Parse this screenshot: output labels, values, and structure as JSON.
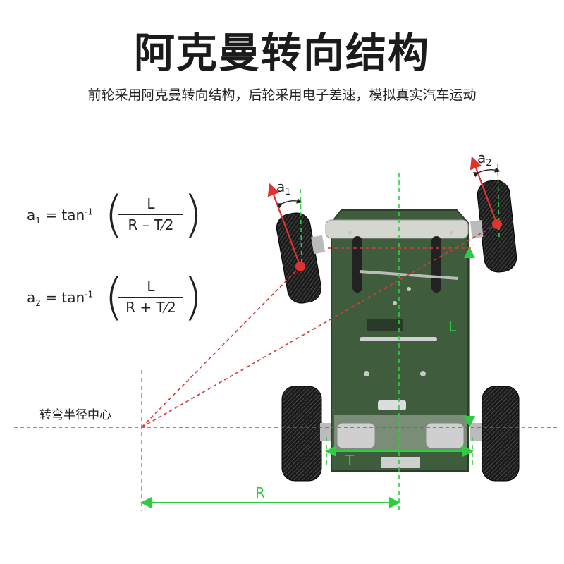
{
  "title": "阿克曼转向结构",
  "subtitle": "前轮采用阿克曼转向结构，后轮采用电子差速，模拟真实汽车运动",
  "formulas": {
    "a1": {
      "lhs": "a",
      "lhs_sub": "1",
      "eq": "= tan",
      "sup": "-1",
      "num": "L",
      "den": "R – T⁄2"
    },
    "a2": {
      "lhs": "a",
      "lhs_sub": "2",
      "eq": "= tan",
      "sup": "-1",
      "num": "L",
      "den": "R + T⁄2"
    }
  },
  "labels": {
    "turn_center": "转弯半径中心",
    "a1": "a",
    "a1_sub": "1",
    "a2": "a",
    "a2_sub": "2",
    "L": "L",
    "T": "T",
    "R": "R"
  },
  "colors": {
    "green_dim": "#2ecc40",
    "red_dash": "#d63a3a",
    "arrow_red": "#e0322f",
    "chassis": "#3c5a3a",
    "tire": "#1a1a1a"
  }
}
